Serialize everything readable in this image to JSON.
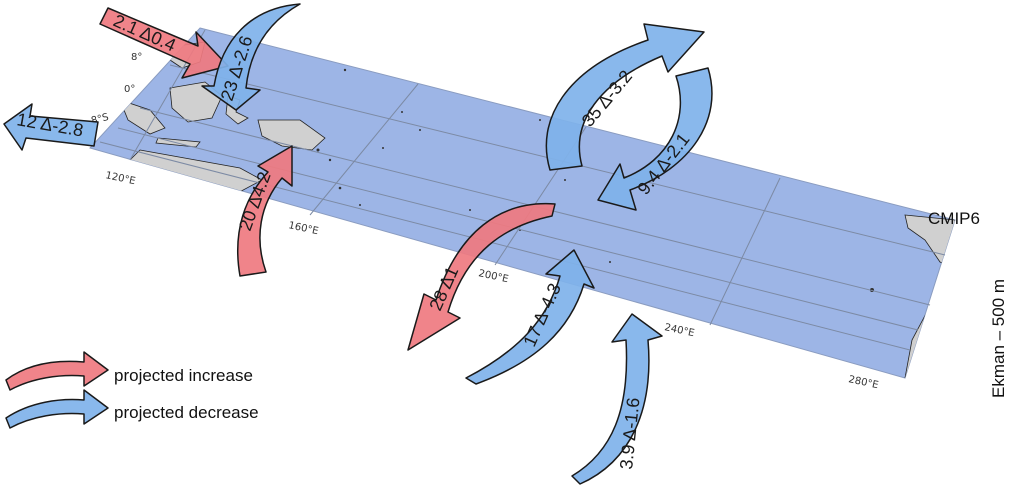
{
  "map": {
    "model_label": "CMIP6",
    "layer_label": "Ekman – 500 m",
    "lat_labels": [
      "0°",
      "8°S",
      "8°"
    ],
    "lon_labels": [
      "120°E",
      "160°E",
      "200°E",
      "240°E",
      "280°E"
    ]
  },
  "flows": [
    {
      "id": "flow-2-1",
      "label": "2.1 Δ0.4",
      "trend": "increase"
    },
    {
      "id": "flow-23",
      "label": "23 Δ-2.6",
      "trend": "decrease"
    },
    {
      "id": "flow-12",
      "label": "12 Δ-2.8",
      "trend": "decrease"
    },
    {
      "id": "flow-20",
      "label": "20 Δ4.2",
      "trend": "increase"
    },
    {
      "id": "flow-35",
      "label": "35 Δ-3.2",
      "trend": "decrease"
    },
    {
      "id": "flow-9-4",
      "label": "9.4 Δ-2.1",
      "trend": "decrease"
    },
    {
      "id": "flow-28",
      "label": "28 Δ1",
      "trend": "increase"
    },
    {
      "id": "flow-17",
      "label": "17 Δ-4.3",
      "trend": "decrease"
    },
    {
      "id": "flow-3-9",
      "label": "3.9 Δ-1.6",
      "trend": "decrease"
    }
  ],
  "legend": {
    "increase_label": "projected increase",
    "decrease_label": "projected decrease"
  },
  "colors": {
    "ocean": "#9db5e6",
    "land": "#d0d0d0",
    "increase": "#ef7a80",
    "decrease": "#7fb2ea",
    "grid": "#7c8aa4"
  }
}
